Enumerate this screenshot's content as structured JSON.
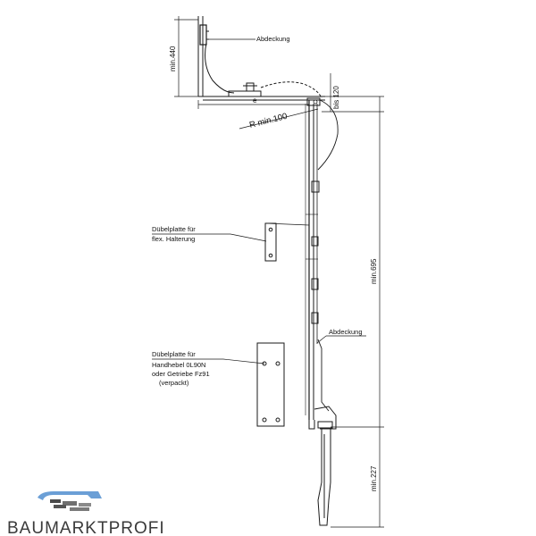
{
  "labels": {
    "abdeckung_top": "Abdeckung",
    "abdeckung_bottom": "Abdeckung",
    "duebel_flex_1": "Dübelplatte für",
    "duebel_flex_2": "flex. Halterung",
    "duebel_hand_1": "Dübelplatte für",
    "duebel_hand_2": "Handhebel 0L90N",
    "duebel_hand_3": "oder Getriebe Fz91",
    "duebel_hand_4": "(verpackt)"
  },
  "dimensions": {
    "min440": "min.440",
    "e": "e",
    "bis120": "bis 120",
    "radius": "R  min.100",
    "min695": "min.695",
    "min227": "min.227"
  },
  "logo": {
    "brand": "BAUMARKTPROFI",
    "colors": {
      "blue": "#6b9fd6",
      "grey": "#4a4a4a"
    }
  }
}
